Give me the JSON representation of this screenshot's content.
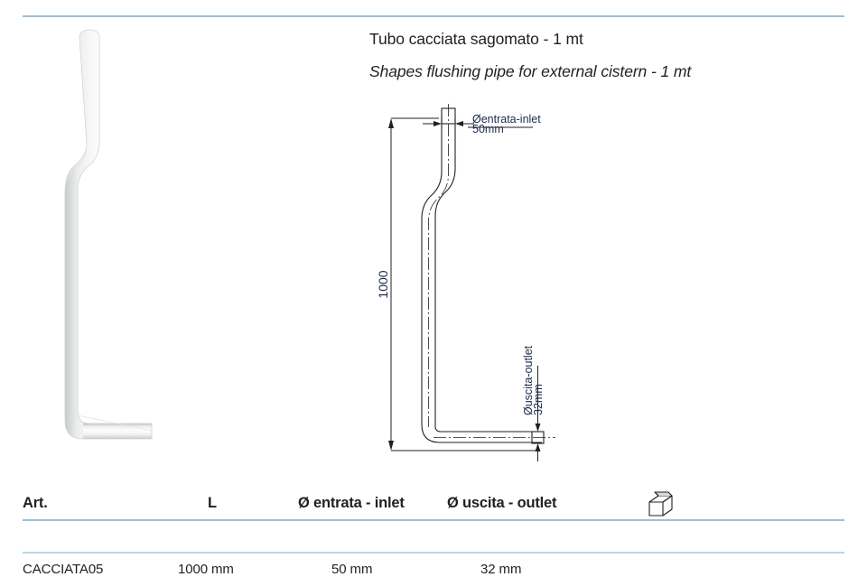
{
  "page": {
    "accent_rule_color": "#9cc0d8",
    "text_color": "#231f20",
    "dimension_text_color": "#1b2a4a"
  },
  "product": {
    "title_it": "Tubo cacciata sagomato - 1 mt",
    "title_en": "Shapes flushing pipe for external cistern - 1 mt",
    "photo_alt": "white shaped flushing pipe"
  },
  "drawing": {
    "length_label": "1000",
    "inlet_label": "Øentrata-inlet",
    "inlet_value": "50mm",
    "outlet_label": "Øuscita-outlet",
    "outlet_value": "32mm"
  },
  "table": {
    "headers": {
      "art": "Art.",
      "length": "L",
      "inlet": "Ø entrata - inlet",
      "outlet": "Ø uscita - outlet",
      "package": "box-icon"
    },
    "rows": [
      {
        "art": "CACCIATA05",
        "length": "1000 mm",
        "inlet": "50 mm",
        "outlet": "32 mm",
        "package": ""
      }
    ]
  }
}
